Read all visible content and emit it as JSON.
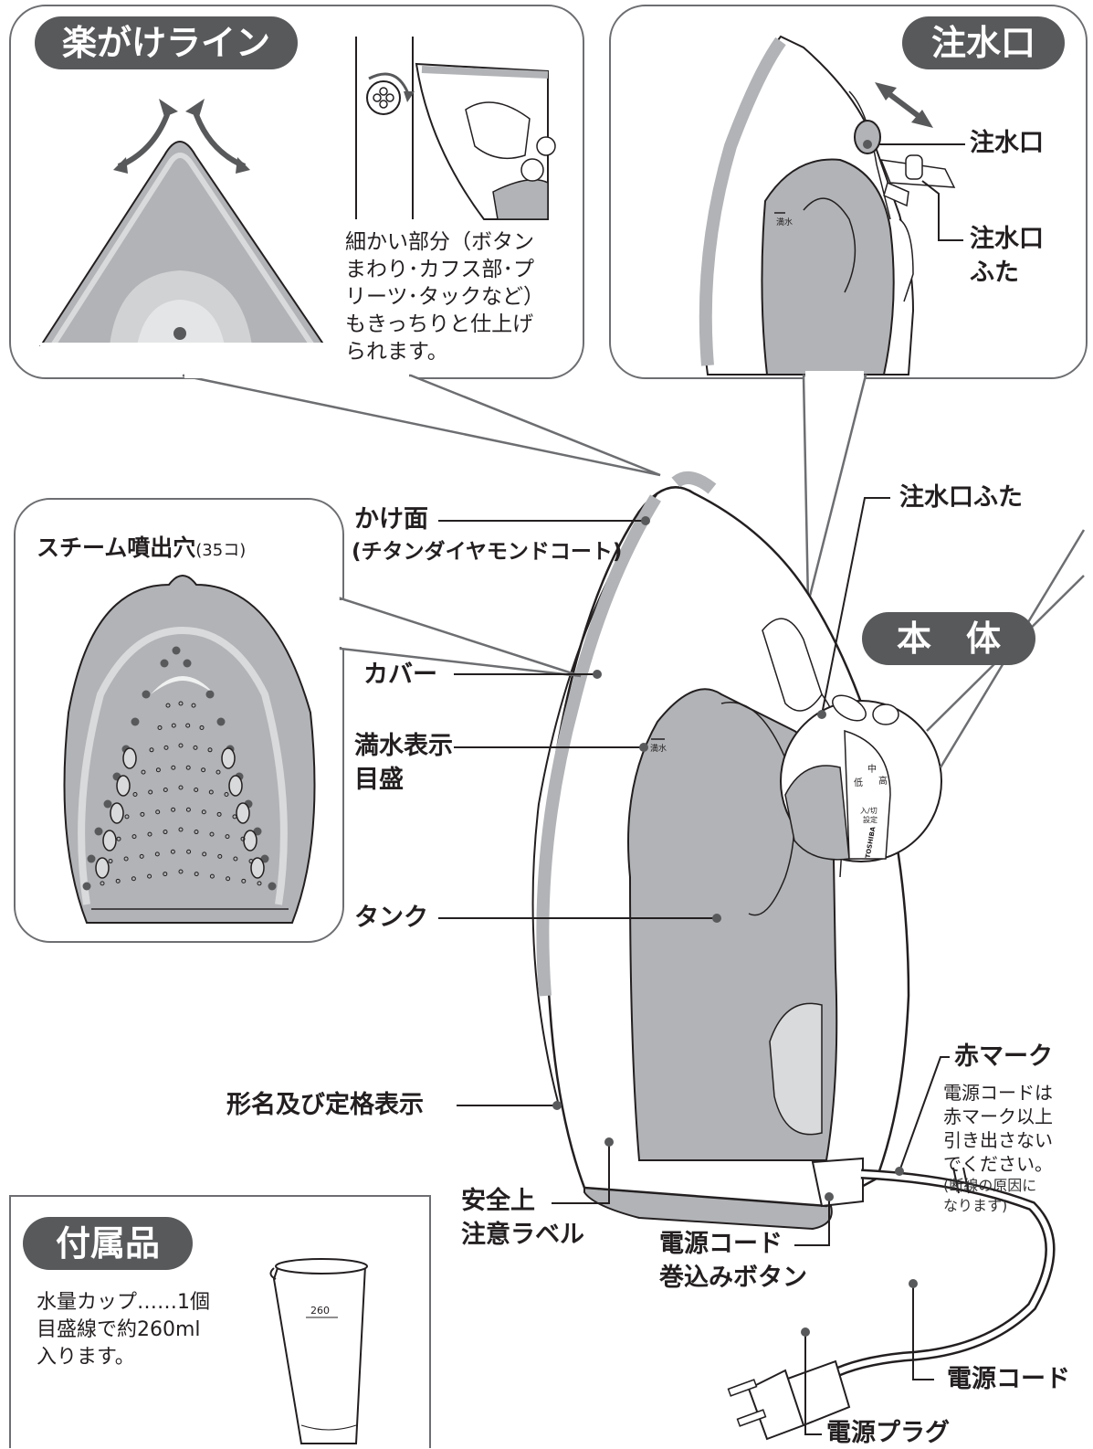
{
  "panels": {
    "rakugake": {
      "title": "楽がけライン",
      "desc_lines": [
        "細かい部分（ボタン",
        "まわり･カフス部･プ",
        "リーツ･タックなど）",
        "もきっちりと仕上げ",
        "られます。"
      ]
    },
    "chusuiguchi": {
      "title": "注水口",
      "label_inlet": "注水口",
      "label_lid_line1": "注水口",
      "label_lid_line2": "ふた"
    },
    "steam": {
      "title": "スチーム噴出穴",
      "count": "(35コ)"
    },
    "accessory": {
      "title": "付属品",
      "lines": [
        "水量カップ……1個",
        "目盛線で約260ml",
        "入ります。"
      ],
      "cup_mark": "260"
    }
  },
  "body_title": "本　体",
  "cap_full_mark": "満水",
  "labels": {
    "soleplate_line1": "かけ面",
    "soleplate_line2": "(チタンダイヤモンドコート)",
    "lid": "注水口ふた",
    "cover": "カバー",
    "fullwater_line1": "満水表示",
    "fullwater_line2": "目盛",
    "tank": "タンク",
    "rating": "形名及び定格表示",
    "safety_line1": "安全上",
    "safety_line2": "注意ラベル",
    "rewind_line1": "電源コード",
    "rewind_line2": "巻込みボタン",
    "red_mark": "赤マーク",
    "cord": "電源コード",
    "plug": "電源プラグ"
  },
  "red_mark_note": [
    "電源コードは",
    "赤マーク以上",
    "引き出さない",
    "でください。"
  ],
  "red_mark_paren": [
    "(断線の原因に",
    "なります)"
  ],
  "dial": {
    "brand": "TOSHIBA",
    "low": "低",
    "mid": "中",
    "high": "高",
    "set_line1": "入/切",
    "set_line2": "設定"
  },
  "colors": {
    "gray_fill": "#b1b3b6",
    "light_gray": "#d9dadb",
    "dark_gray": "#58595b",
    "line": "#231f20"
  }
}
